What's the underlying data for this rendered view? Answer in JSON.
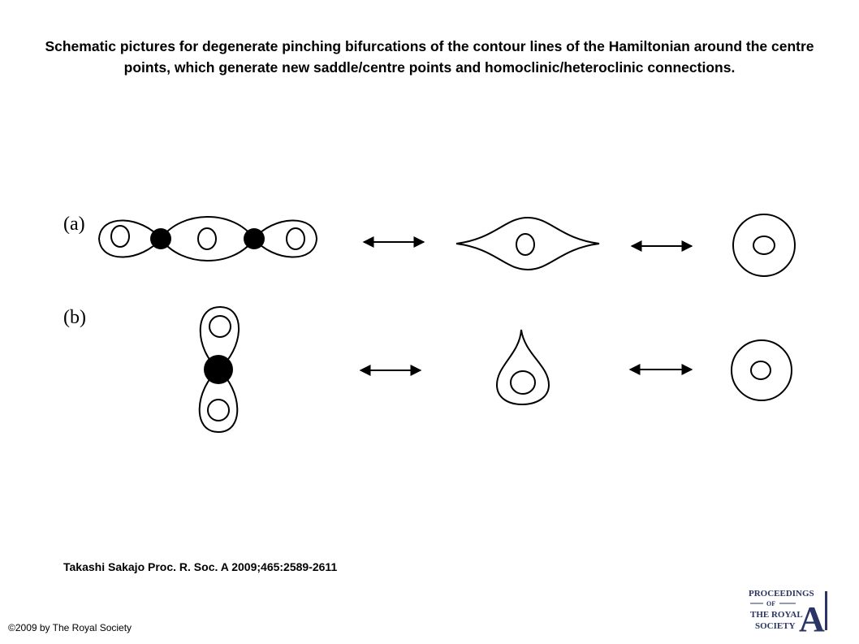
{
  "figure": {
    "title": "Schematic pictures for degenerate pinching bifurcations of the contour lines of the Hamiltonian around the centre points, which generate new saddle/centre points and homoclinic/heteroclinic connections.",
    "panels": [
      {
        "label": "(a)"
      },
      {
        "label": "(b)"
      }
    ]
  },
  "citation": "Takashi Sakajo Proc. R. Soc. A 2009;465:2589-2611",
  "copyright": "©2009 by The Royal Society",
  "logo": {
    "line1": "PROCEEDINGS",
    "line2": "OF",
    "line3": "THE ROYAL",
    "line4": "SOCIETY",
    "letter": "A",
    "color": "#2a3566"
  }
}
